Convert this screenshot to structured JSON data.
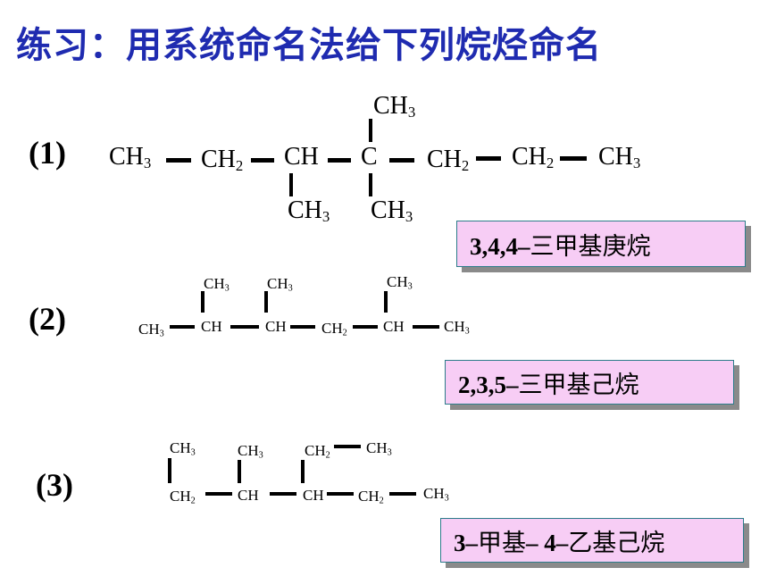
{
  "title": "练习：用系统命名法给下列烷烃命名",
  "problems": [
    {
      "number": "(1)",
      "answer": "3,4,4–三甲基庚烷",
      "groups": {
        "g_ch3_top": "CH",
        "g1": "CH",
        "g2": "CH",
        "g3": "CH",
        "g4": "C",
        "g5": "CH",
        "g6": "CH",
        "g7": "CH",
        "g_ch3_b1": "CH",
        "g_ch3_b2": "CH"
      }
    },
    {
      "number": "(2)",
      "answer": "2,3,5–三甲基己烷"
    },
    {
      "number": "(3)",
      "answer": "3–甲基– 4–乙基己烷"
    }
  ]
}
